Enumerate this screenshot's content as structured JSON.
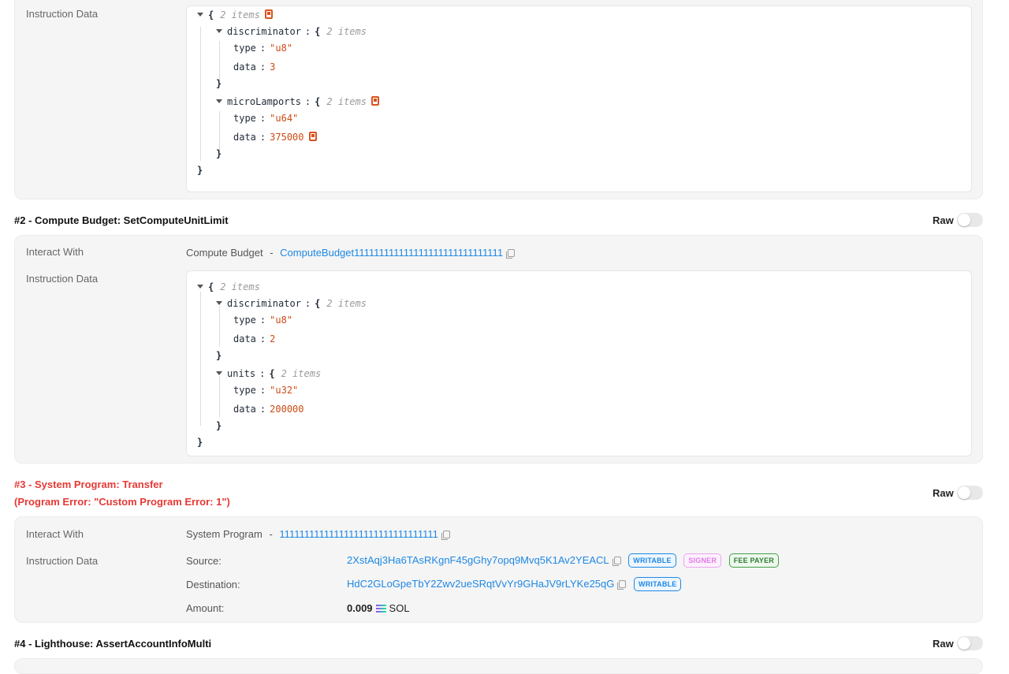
{
  "card1": {
    "instruction_data_label": "Instruction Data",
    "json": {
      "root_count": "2 items",
      "k1": "discriminator",
      "k1_count": "2 items",
      "k1_type_key": "type",
      "k1_type_val": "\"u8\"",
      "k1_data_key": "data",
      "k1_data_val": "3",
      "k2": "microLamports",
      "k2_count": "2 items",
      "k2_type_key": "type",
      "k2_type_val": "\"u64\"",
      "k2_data_key": "data",
      "k2_data_val": "375000"
    }
  },
  "section2": {
    "title": "#2 - Compute Budget: SetComputeUnitLimit",
    "raw_label": "Raw",
    "interact_label": "Interact With",
    "program_name": "Compute Budget",
    "separator": "-",
    "program_address": "ComputeBudget111111111111111111111111111111",
    "instruction_data_label": "Instruction Data",
    "json": {
      "root_count": "2 items",
      "k1": "discriminator",
      "k1_count": "2 items",
      "k1_type_key": "type",
      "k1_type_val": "\"u8\"",
      "k1_data_key": "data",
      "k1_data_val": "2",
      "k2": "units",
      "k2_count": "2 items",
      "k2_type_key": "type",
      "k2_type_val": "\"u32\"",
      "k2_data_key": "data",
      "k2_data_val": "200000"
    }
  },
  "section3": {
    "title": "#3 - System Program: Transfer",
    "error": "(Program Error: \"Custom Program Error: 1\")",
    "raw_label": "Raw",
    "interact_label": "Interact With",
    "program_name": "System Program",
    "separator": "-",
    "program_address": "11111111111111111111111111111111",
    "instruction_data_label": "Instruction Data",
    "source_label": "Source:",
    "source_address": "2XstAqj3Ha6TAsRKgnF45gGhy7opq9Mvq5K1Av2YEACL",
    "destination_label": "Destination:",
    "destination_address": "HdC2GLoGpeTbY2Zwv2ueSRqtVvYr9GHaJV9rLYKe25qG",
    "amount_label": "Amount:",
    "amount_value": "0.009",
    "amount_unit": "SOL",
    "badges": {
      "writable": "WRITABLE",
      "signer": "SIGNER",
      "fee_payer": "FEE PAYER"
    }
  },
  "section4": {
    "title": "#4 - Lighthouse: AssertAccountInfoMulti",
    "raw_label": "Raw"
  },
  "colors": {
    "link": "#1e88e5",
    "error": "#e53935",
    "json_value": "#cb4b16"
  }
}
